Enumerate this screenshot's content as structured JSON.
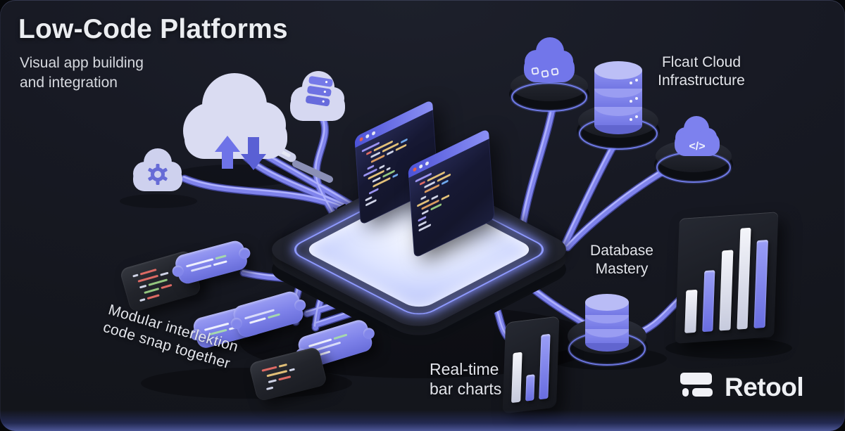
{
  "header": {
    "title": "Low-Code Platforms",
    "subtitle": [
      "Visual app building",
      "and integration"
    ]
  },
  "labels": {
    "cloud_infrastructure": [
      "Flcaıt Cloud",
      "Infrastructure"
    ],
    "database_mastery": [
      "Database",
      "Mastery"
    ],
    "realtime_bar_charts": [
      "Real-time",
      "bar charts"
    ],
    "modular_blocks": [
      "Modular interlektion",
      "code snap together"
    ]
  },
  "brand": {
    "wordmark": "Retool"
  },
  "colors": {
    "accent_purple": "#7f83ec",
    "lavender_cloud": "#d8daf2",
    "purple_object": "#7477ec",
    "glow_blue": "#8e99ff",
    "panel_dark": "#1d1f27",
    "platform_surface": "#e3e9ff",
    "background": "#171923"
  },
  "palette": {
    "purple": "#9a93f0",
    "yellow": "#e2c078",
    "white": "#cfd3e6",
    "green": "#93c67e",
    "red": "#de6a64",
    "blue": "#6fa8ec",
    "orange": "#d99a5f",
    "blight": "#d9dcfa",
    "bgreen": "#a5d8ae",
    "bwhite": "#eef0fd"
  },
  "bar_palette": {
    "light": [
      "#f4f5fa",
      "#c6cadd"
    ],
    "purple": [
      "#9a9ef6",
      "#686de0"
    ]
  },
  "chart_data": [
    {
      "type": "bar",
      "name": "database-mastery-panel",
      "values_pct": [
        40,
        57,
        75,
        95,
        82
      ],
      "bar_colors": [
        "light",
        "purple",
        "light",
        "light",
        "purple"
      ],
      "title": "",
      "xlabel": "",
      "ylabel": ""
    },
    {
      "type": "bar",
      "name": "realtime-tablet",
      "values_pct": [
        68,
        36,
        88
      ],
      "bar_colors": [
        "light",
        "purple",
        "purple"
      ],
      "title": "",
      "xlabel": "",
      "ylabel": ""
    }
  ],
  "code_windows": [
    {
      "lines": [
        {
          "ind": 0,
          "segs": [
            [
              "purple",
              26
            ]
          ]
        },
        {
          "ind": 6,
          "segs": [
            [
              "red",
              8
            ],
            [
              "yellow",
              28
            ]
          ]
        },
        {
          "ind": 12,
          "segs": [
            [
              "white",
              14
            ],
            [
              "yellow",
              24
            ],
            [
              "blue",
              10
            ]
          ]
        },
        {
          "ind": 12,
          "segs": [
            [
              "orange",
              20
            ],
            [
              "white",
              10
            ],
            [
              "yellow",
              16
            ]
          ]
        },
        {
          "ind": 6,
          "segs": [
            [
              "purple",
              10
            ]
          ]
        },
        {
          "ind": 0,
          "segs": [
            [
              "purple",
              20
            ],
            [
              "white",
              8
            ]
          ]
        },
        {
          "ind": 6,
          "segs": [
            [
              "yellow",
              24
            ],
            [
              "white",
              6
            ]
          ]
        },
        {
          "ind": 12,
          "segs": [
            [
              "white",
              12
            ],
            [
              "green",
              18
            ]
          ]
        },
        {
          "ind": 12,
          "segs": [
            [
              "yellow",
              26
            ],
            [
              "blue",
              8
            ]
          ]
        },
        {
          "ind": 6,
          "segs": [
            [
              "purple",
              14
            ]
          ]
        },
        {
          "ind": 0,
          "segs": [
            [
              "white",
              10
            ]
          ]
        },
        {
          "ind": 0,
          "segs": [
            [
              "white",
              16
            ]
          ]
        }
      ]
    },
    {
      "lines": [
        {
          "ind": 0,
          "segs": [
            [
              "purple",
              24
            ]
          ]
        },
        {
          "ind": 6,
          "segs": [
            [
              "red",
              8
            ],
            [
              "yellow",
              26
            ]
          ]
        },
        {
          "ind": 12,
          "segs": [
            [
              "white",
              16
            ],
            [
              "yellow",
              20
            ]
          ]
        },
        {
          "ind": 12,
          "segs": [
            [
              "orange",
              22
            ],
            [
              "blue",
              10
            ]
          ]
        },
        {
          "ind": 6,
          "segs": [
            [
              "white",
              8
            ]
          ]
        },
        {
          "ind": 0,
          "segs": [
            [
              "yellow",
              18
            ],
            [
              "white",
              10
            ]
          ]
        },
        {
          "ind": 6,
          "segs": [
            [
              "orange",
              26
            ],
            [
              "yellow",
              12
            ]
          ]
        },
        {
          "ind": 6,
          "segs": [
            [
              "white",
              10
            ],
            [
              "green",
              16
            ]
          ]
        },
        {
          "ind": 0,
          "segs": [
            [
              "purple",
              12
            ]
          ]
        },
        {
          "ind": 0,
          "segs": [
            [
              "white",
              12
            ]
          ]
        },
        {
          "ind": 0,
          "segs": [
            [
              "white",
              18
            ]
          ]
        }
      ]
    }
  ],
  "puzzle_blocks": [
    {
      "lines": [
        {
          "ind": 0,
          "segs": [
            [
              "bwhite",
              40
            ],
            [
              "bgreen",
              16
            ]
          ]
        },
        {
          "ind": 5,
          "segs": [
            [
              "blight",
              30
            ],
            [
              "bwhite",
              20
            ]
          ]
        }
      ]
    },
    {
      "lines": [
        {
          "ind": 0,
          "segs": [
            [
              "bwhite",
              36
            ],
            [
              "blight",
              22
            ]
          ]
        },
        {
          "ind": 5,
          "segs": [
            [
              "bgreen",
              26
            ],
            [
              "bwhite",
              14
            ]
          ]
        }
      ]
    },
    {
      "lines": [
        {
          "ind": 0,
          "segs": [
            [
              "blight",
              44
            ]
          ]
        },
        {
          "ind": 5,
          "segs": [
            [
              "bwhite",
              24
            ],
            [
              "bgreen",
              18
            ]
          ]
        }
      ]
    },
    {
      "lines": [
        {
          "ind": 0,
          "segs": [
            [
              "bwhite",
              34
            ],
            [
              "bgreen",
              20
            ]
          ]
        },
        {
          "ind": 5,
          "segs": [
            [
              "blight",
              40
            ]
          ]
        },
        {
          "ind": 9,
          "segs": [
            [
              "bwhite",
              18
            ]
          ]
        }
      ]
    }
  ],
  "tablets": [
    {
      "lines": [
        {
          "ind": 0,
          "segs": [
            [
              "white",
              8
            ],
            [
              "red",
              24
            ]
          ]
        },
        {
          "ind": 5,
          "segs": [
            [
              "red",
              30
            ],
            [
              "white",
              12
            ]
          ]
        },
        {
          "ind": 5,
          "segs": [
            [
              "white",
              10
            ],
            [
              "green",
              28
            ]
          ]
        },
        {
          "ind": 9,
          "segs": [
            [
              "green",
              22
            ],
            [
              "red",
              16
            ]
          ]
        },
        {
          "ind": 0,
          "segs": [
            [
              "white",
              8
            ],
            [
              "red",
              18
            ]
          ]
        }
      ]
    },
    {
      "lines": [
        {
          "ind": 0,
          "segs": [
            [
              "red",
              22
            ],
            [
              "yellow",
              12
            ]
          ]
        },
        {
          "ind": 5,
          "segs": [
            [
              "yellow",
              30
            ],
            [
              "white",
              8
            ]
          ]
        },
        {
          "ind": 5,
          "segs": [
            [
              "white",
              12
            ],
            [
              "red",
              18
            ]
          ]
        },
        {
          "ind": 0,
          "segs": [
            [
              "white",
              10
            ]
          ]
        }
      ]
    }
  ]
}
